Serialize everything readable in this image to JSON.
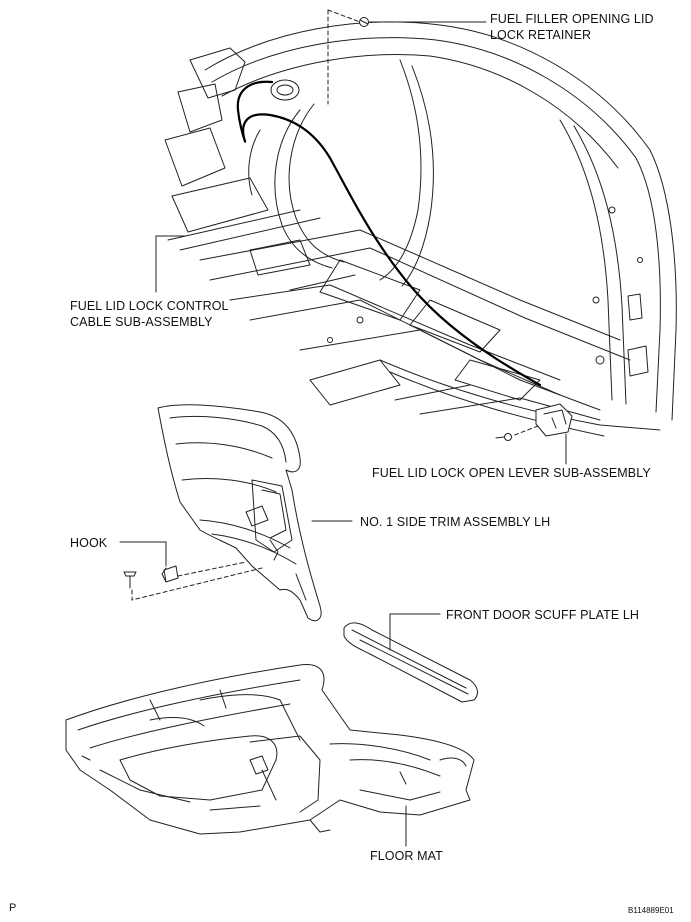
{
  "labels": {
    "fuel_filler_opening_lid_lock_retainer": [
      "FUEL FILLER OPENING LID",
      "LOCK RETAINER"
    ],
    "fuel_lid_lock_control_cable": [
      "FUEL LID LOCK CONTROL",
      "CABLE SUB-ASSEMBLY"
    ],
    "fuel_lid_lock_open_lever": "FUEL LID LOCK OPEN LEVER SUB-ASSEMBLY",
    "hook": "HOOK",
    "side_trim_assembly": "NO. 1 SIDE TRIM ASSEMBLY LH",
    "front_door_scuff_plate": "FRONT DOOR SCUFF PLATE LH",
    "floor_mat": "FLOOR MAT"
  },
  "footer": {
    "corner_mark": "P",
    "figure_id": "B114889E01"
  }
}
